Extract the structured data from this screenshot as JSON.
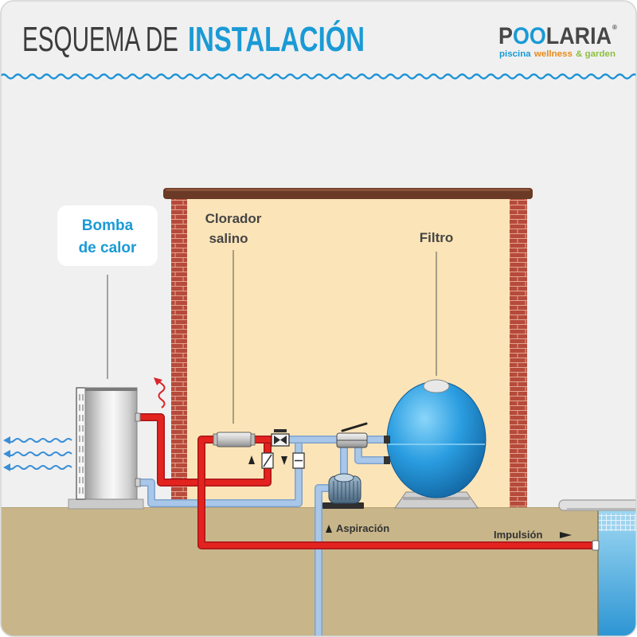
{
  "title": {
    "part1": "ESQUEMA DE",
    "part2": "INSTALACIÓN"
  },
  "logo": {
    "brand_parts": [
      "P",
      "OO",
      "LARIA"
    ],
    "registered_mark": "®",
    "tagline_parts": [
      "piscina",
      "wellness",
      "& garden"
    ]
  },
  "callout": {
    "heat_pump_lines": [
      "Bomba",
      "de calor"
    ]
  },
  "labels": {
    "chlorinator_lines": [
      "Clorador",
      "salino"
    ],
    "filter": "Filtro",
    "suction": "Aspiración",
    "return": "Impulsión"
  },
  "icons": {
    "header_wave": "wave-line",
    "cold_air": "blue-wave-arrows",
    "hot_air": "red-squiggle-arrow",
    "suction_arrow": "triangle-up",
    "return_arrow": "triangle-right"
  },
  "colors": {
    "accent_blue": "#1a9ad6",
    "title_gray": "#3c3c3c",
    "hot_pipe": "#e3231f",
    "cold_pipe": "#a9c7e8",
    "wall": "#fbe4b7",
    "brick": "#b64a3b",
    "roof": "#6a3a26",
    "ground": "#c8b68a",
    "filter_tank": "#2a9de0",
    "tagline_piscina": "#1a9ad6",
    "tagline_wellness": "#e88b1a",
    "tagline_garden": "#8dbf3f"
  }
}
